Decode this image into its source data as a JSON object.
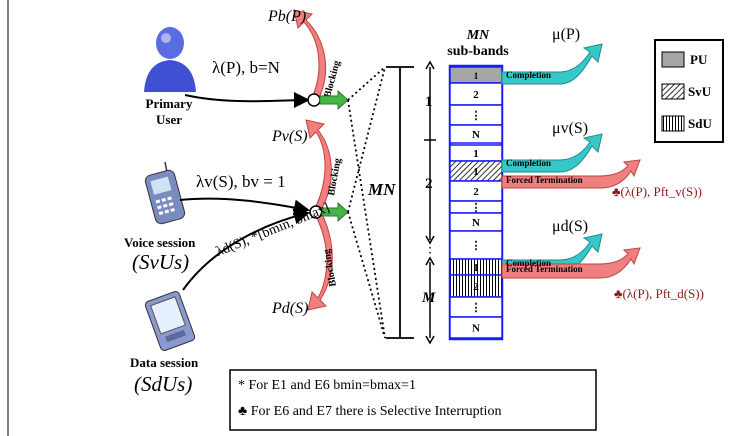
{
  "primary_user": {
    "label_line1": "Primary",
    "label_line2": "User",
    "arrival": "λ(P), b=N"
  },
  "voice_session": {
    "label": "Voice session",
    "abbrev": "(SvUs)",
    "arrival": "λv(S), bv = 1",
    "block_prob": "Pv(S)"
  },
  "data_session": {
    "label": "Data session",
    "abbrev": "(SdUs)",
    "arrival": "λd(S), *[bmin, bmax]",
    "block_prob": "Pd(S)"
  },
  "primary_block_prob": "Pb(P)",
  "blocking_label": "Blocking",
  "subbands": {
    "title_line1": "MN",
    "title_line2": "sub-bands",
    "mn_label": "MN",
    "group_labels": [
      "1",
      "2",
      "M"
    ]
  },
  "rates": {
    "mu_p": "μ(P)",
    "mu_v": "μv(S)",
    "mu_d": "μd(S)"
  },
  "arrow_labels": {
    "completion": "Completion",
    "forced_termination": "Forced Termination"
  },
  "forced_results": {
    "voice": "♣(λ(P), Pft_v(S))",
    "data": "♣(λ(P), Pft_d(S))"
  },
  "legend": {
    "items": [
      "PU",
      "SvU",
      "SdU"
    ]
  },
  "footnotes": {
    "note1": "* For E1 and E6 bmin=bmax=1",
    "note2": "♣ For E6 and E7 there is Selective Interruption"
  },
  "cell_labels": [
    "1",
    "2",
    "⋮",
    "N",
    "1",
    "1",
    "2",
    "⋮",
    "N",
    "⋮",
    "1",
    "2",
    "⋮",
    "N"
  ],
  "colors": {
    "band_border": "#1a1aff",
    "pu_gray": "#a6a6a6",
    "salmon": "#f08080",
    "teal": "#36c8c8",
    "green": "#46b446",
    "dark_red": "#8b1a1a"
  }
}
